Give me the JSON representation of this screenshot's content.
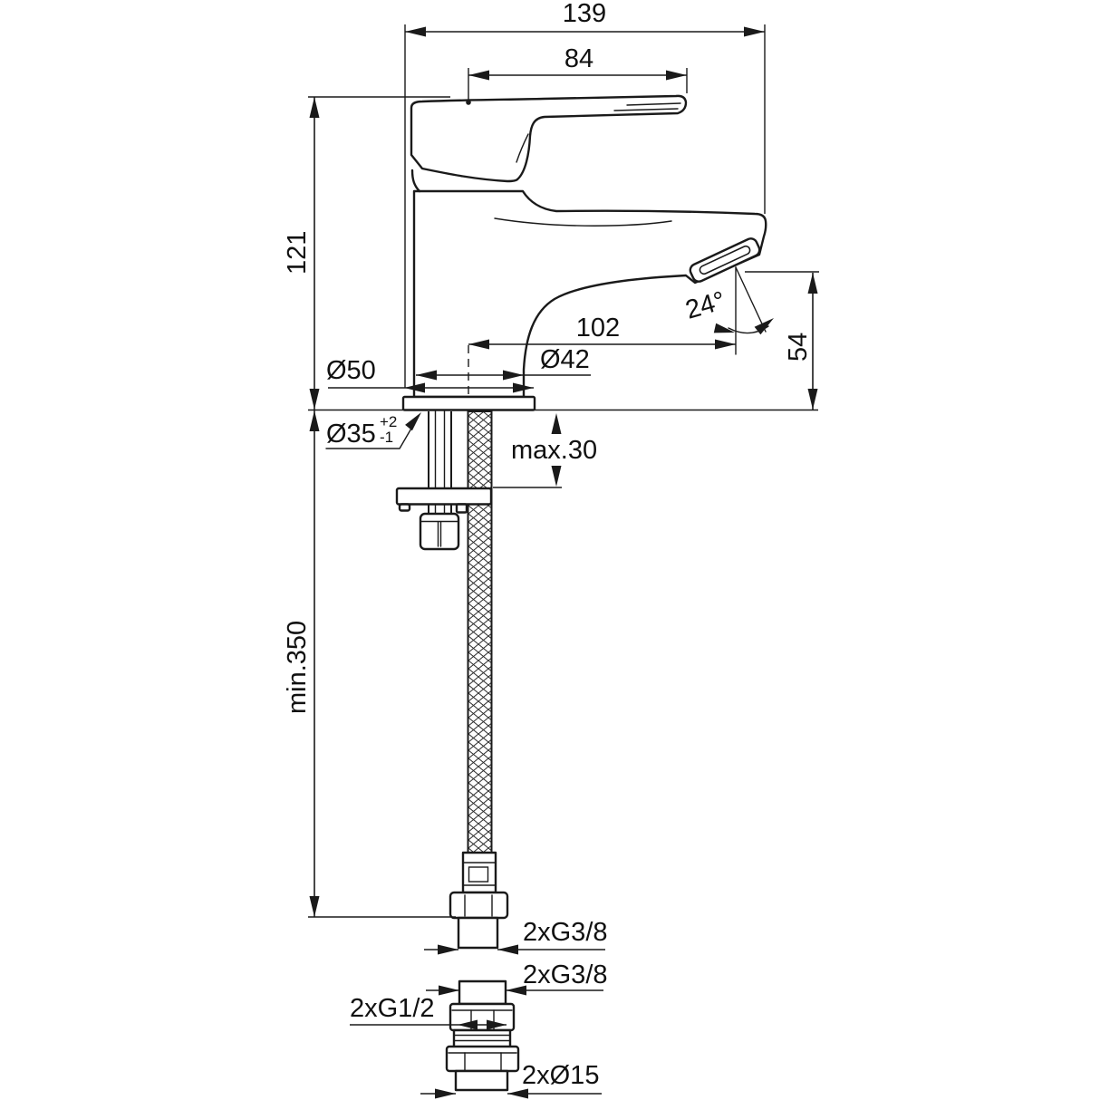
{
  "meta": {
    "type": "technical-dimension-drawing",
    "subject": "single-lever basin mixer tap, side view with flexible supply hose and adapter fitting",
    "units": "mm"
  },
  "colors": {
    "line": "#1a1a1a",
    "background": "#ffffff"
  },
  "dimensions": {
    "total_length": "139",
    "handle_length": "84",
    "body_height": "121",
    "spout_reach": "102",
    "outlet_height": "54",
    "outlet_angle": "24°",
    "body_base_diameter": "Ø42",
    "flange_diameter": "Ø50",
    "mounting_hole_diameter": "Ø35",
    "mounting_hole_tol_plus": "+2",
    "mounting_hole_tol_minus": "-1",
    "max_deck_thickness": "max.30",
    "min_hose_length": "min.350",
    "hose_connection": "2xG3/8",
    "adapter_top_connection": "2xG3/8",
    "adapter_mid_connection": "2xG1/2",
    "adapter_bottom_connection": "2xØ15"
  }
}
